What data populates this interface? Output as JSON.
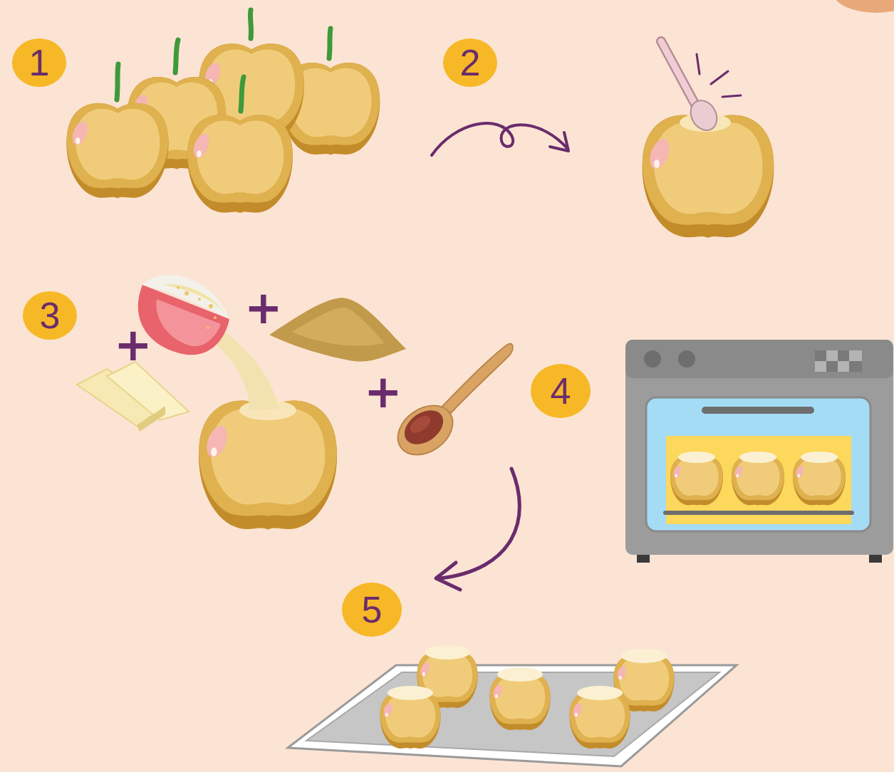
{
  "diagram": {
    "nodes": [
      {
        "text": [
          "1"
        ]
      },
      {
        "text": [
          "2"
        ]
      },
      {
        "text": [
          "3"
        ]
      },
      {
        "text": [
          "4"
        ]
      },
      {
        "text": [
          "5"
        ]
      }
    ],
    "labels": [
      "+",
      "+",
      "+"
    ]
  }
}
